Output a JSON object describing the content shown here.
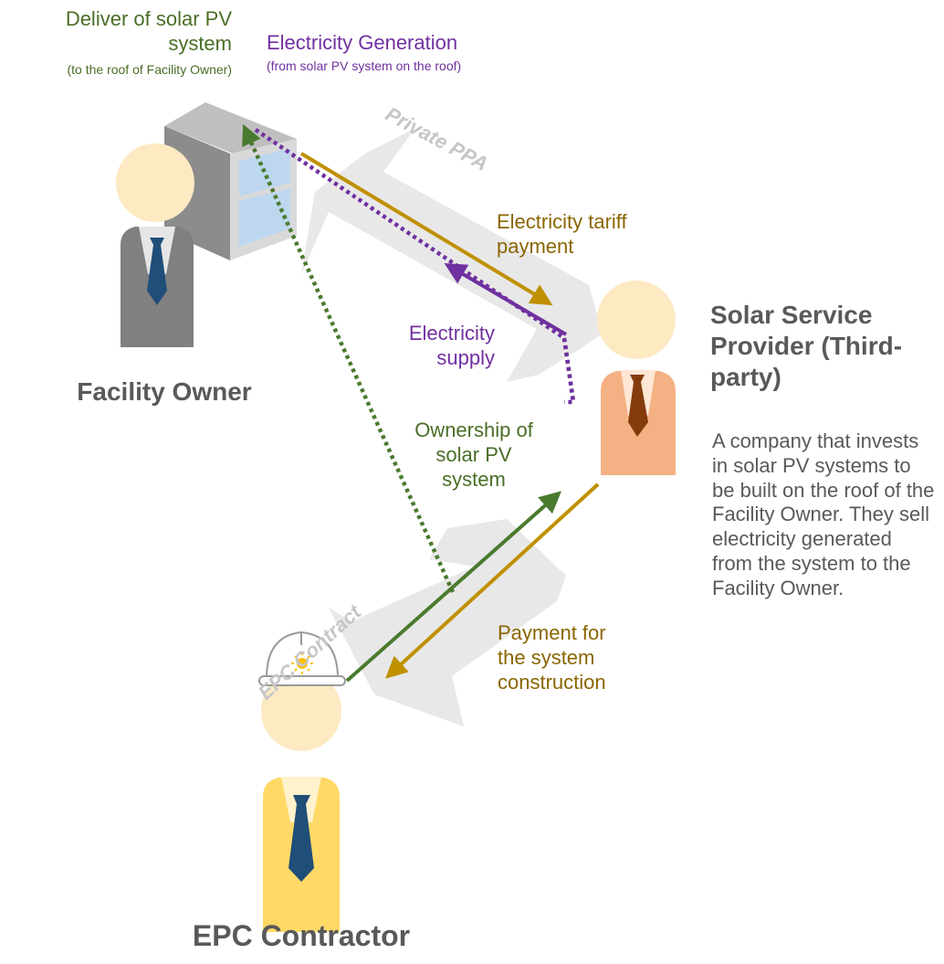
{
  "labels": {
    "deliver_title": "Deliver of solar PV system",
    "deliver_sub": "(to the roof of Facility Owner)",
    "generation_title": "Electricity Generation",
    "generation_sub": "(from solar PV system on the roof)",
    "private_ppa": "Private PPA",
    "tariff_payment": "Electricity tariff payment",
    "electricity_supply": "Electricity supply",
    "ownership": "Ownership of solar PV system",
    "payment_construction": "Payment for the system construction",
    "epc_contract": "EPC Contract"
  },
  "actors": {
    "facility_owner": "Facility Owner",
    "solar_provider_name": "Solar Service Provider (Third-party)",
    "solar_provider_desc": "A company that invests in solar PV systems to be built on the roof of the Facility Owner. They sell electricity generated from the system to the Facility Owner.",
    "epc_contractor": "EPC Contractor"
  },
  "colors": {
    "green": "#4a7a2e",
    "purple": "#7030a0",
    "gold": "#bf9000",
    "gray_text": "#595959",
    "band": "#e8e8e8",
    "contract_text": "#c6c6c6"
  },
  "icons": [
    "building-icon",
    "facility-owner-person-icon",
    "solar-provider-person-icon",
    "epc-contractor-person-icon",
    "hard-hat-icon",
    "sun-icon"
  ]
}
